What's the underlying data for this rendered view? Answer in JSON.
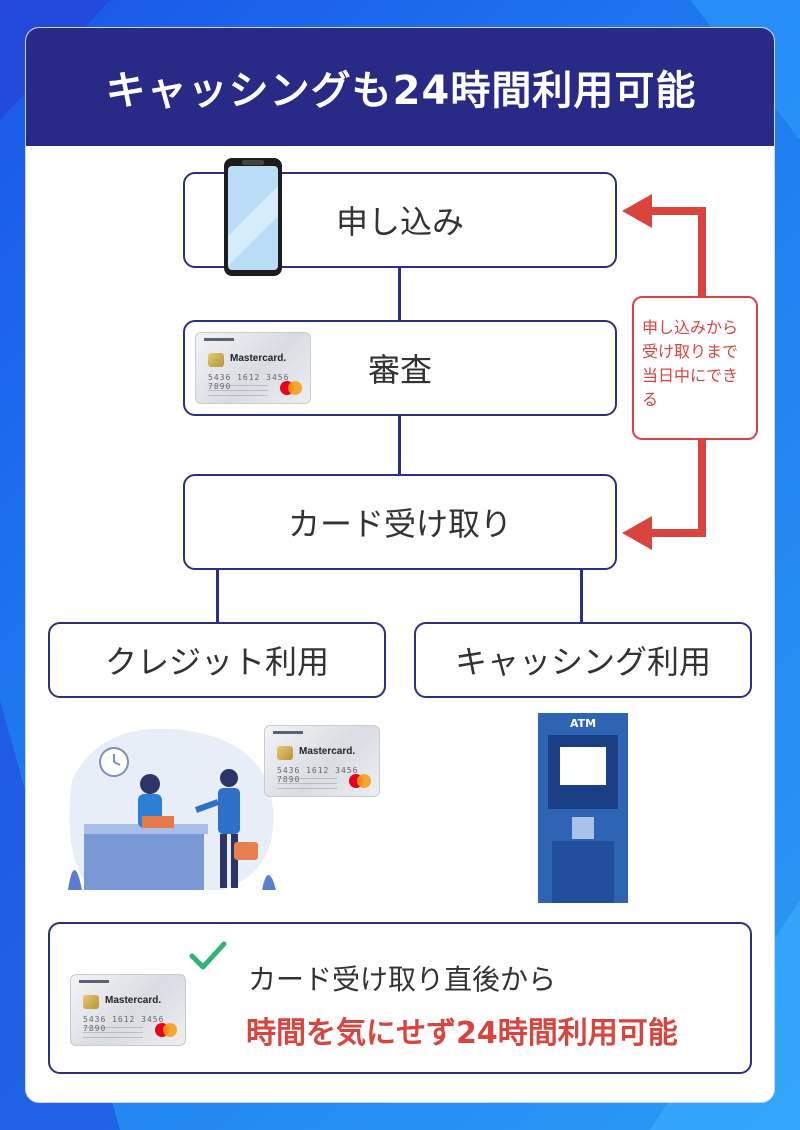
{
  "header": {
    "title": "キャッシングも24時間利用可能"
  },
  "steps": {
    "apply": "申し込み",
    "review": "審査",
    "receive": "カード受け取り"
  },
  "branches": {
    "credit": "クレジット利用",
    "cashing": "キャッシング利用"
  },
  "note": {
    "line1": "申し込みから",
    "line2": "受け取りまで",
    "line3": "当日中にでき",
    "line4": "る"
  },
  "card": {
    "brand": "Mastercard.",
    "number": "5436 1612 3456 7890"
  },
  "atm": {
    "label": "ATM"
  },
  "bottom": {
    "line1": "カード受け取り直後から",
    "line2": "時間を気にせず24時間利用可能"
  },
  "colors": {
    "navy": "#282a86",
    "accent_red": "#d9443f",
    "check_green": "#2bb673"
  }
}
